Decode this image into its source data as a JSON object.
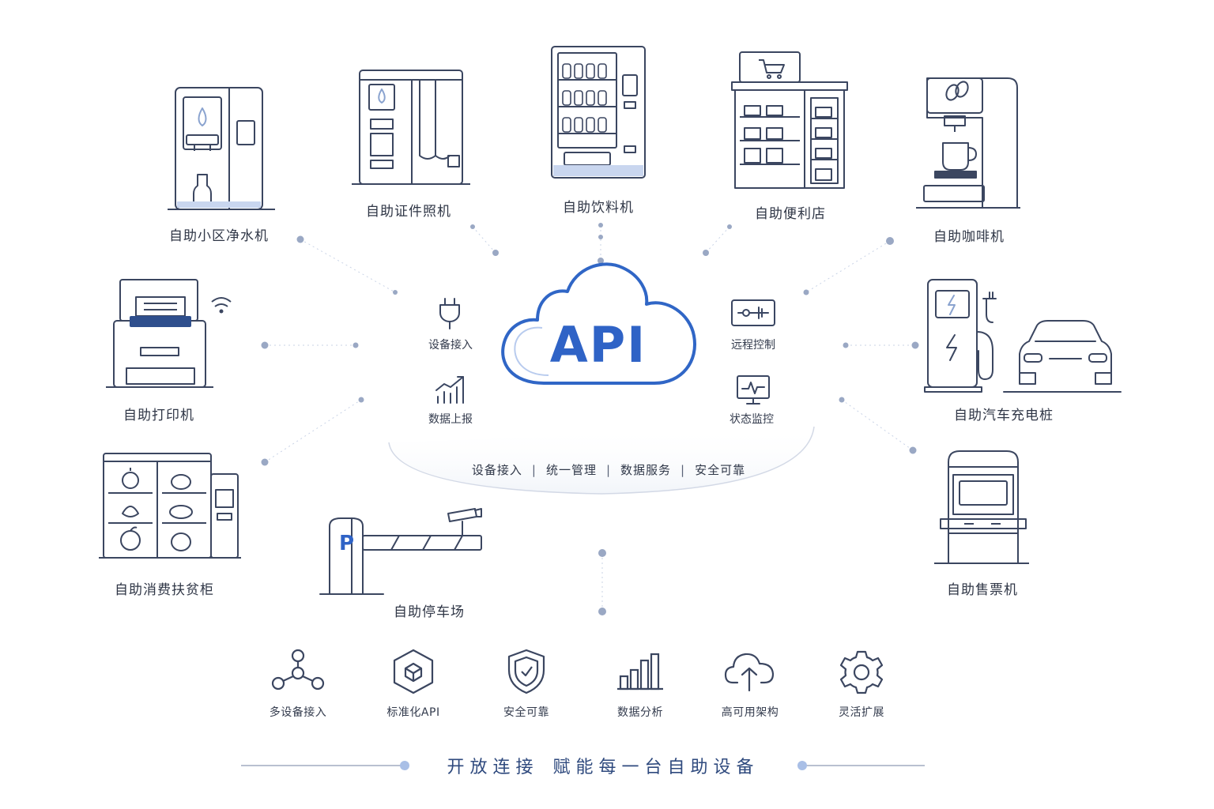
{
  "center": {
    "title": "API"
  },
  "cloud_features": [
    {
      "label": "设备接入",
      "icon": "plug-icon"
    },
    {
      "label": "数据上报",
      "icon": "upload-chart-icon"
    },
    {
      "label": "远程控制",
      "icon": "remote-control-icon"
    },
    {
      "label": "状态监控",
      "icon": "monitor-icon"
    }
  ],
  "arc_tagline": [
    "设备接入",
    "统一管理",
    "数据服务",
    "安全可靠"
  ],
  "devices": [
    {
      "label": "自助小区净水机",
      "icon": "water-purifier-icon"
    },
    {
      "label": "自助证件照机",
      "icon": "photo-booth-icon"
    },
    {
      "label": "自助饮料机",
      "icon": "drink-vending-machine-icon"
    },
    {
      "label": "自助便利店",
      "icon": "convenience-store-icon"
    },
    {
      "label": "自助咖啡机",
      "icon": "coffee-machine-icon"
    },
    {
      "label": "自助打印机",
      "icon": "printer-icon"
    },
    {
      "label": "自助汽车充电桩",
      "icon": "ev-charger-icon"
    },
    {
      "label": "自助消费扶贫柜",
      "icon": "produce-cabinet-icon"
    },
    {
      "label": "自助停车场",
      "icon": "parking-barrier-icon"
    },
    {
      "label": "自助售票机",
      "icon": "ticket-machine-icon"
    }
  ],
  "capabilities": [
    {
      "label": "多设备接入",
      "icon": "network-nodes-icon"
    },
    {
      "label": "标准化API",
      "icon": "hexagon-cube-icon"
    },
    {
      "label": "安全可靠",
      "icon": "shield-icon"
    },
    {
      "label": "数据分析",
      "icon": "bar-chart-icon"
    },
    {
      "label": "高可用架构",
      "icon": "cloud-upload-icon"
    },
    {
      "label": "灵活扩展",
      "icon": "gear-icon"
    }
  ],
  "slogan": [
    "开放连接",
    "赋能每一台自助设备"
  ],
  "colors": {
    "accent": "#2f63c6",
    "line": "#3b4660",
    "dot": "#9aa8c4",
    "light_blue": "#a9bfe6"
  }
}
